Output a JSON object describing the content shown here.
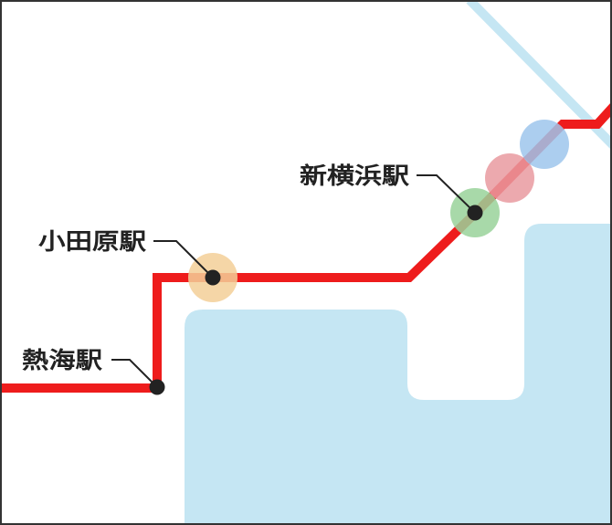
{
  "map": {
    "colors": {
      "background": "#ffffff",
      "water": "#c5e6f3",
      "rail_line": "#ee1c1c",
      "station_dot": "#222222",
      "leader_line": "#222222",
      "secondary_line": "#c5e6f3"
    },
    "stations": [
      {
        "name": "熱海駅",
        "highlight": null
      },
      {
        "name": "小田原駅",
        "highlight": "#f3cf98"
      },
      {
        "name": "新横浜駅",
        "highlight": "#99d29a"
      }
    ],
    "transfer_markers": [
      {
        "color": "#e99aa0"
      },
      {
        "color": "#9dc5ec"
      }
    ]
  }
}
